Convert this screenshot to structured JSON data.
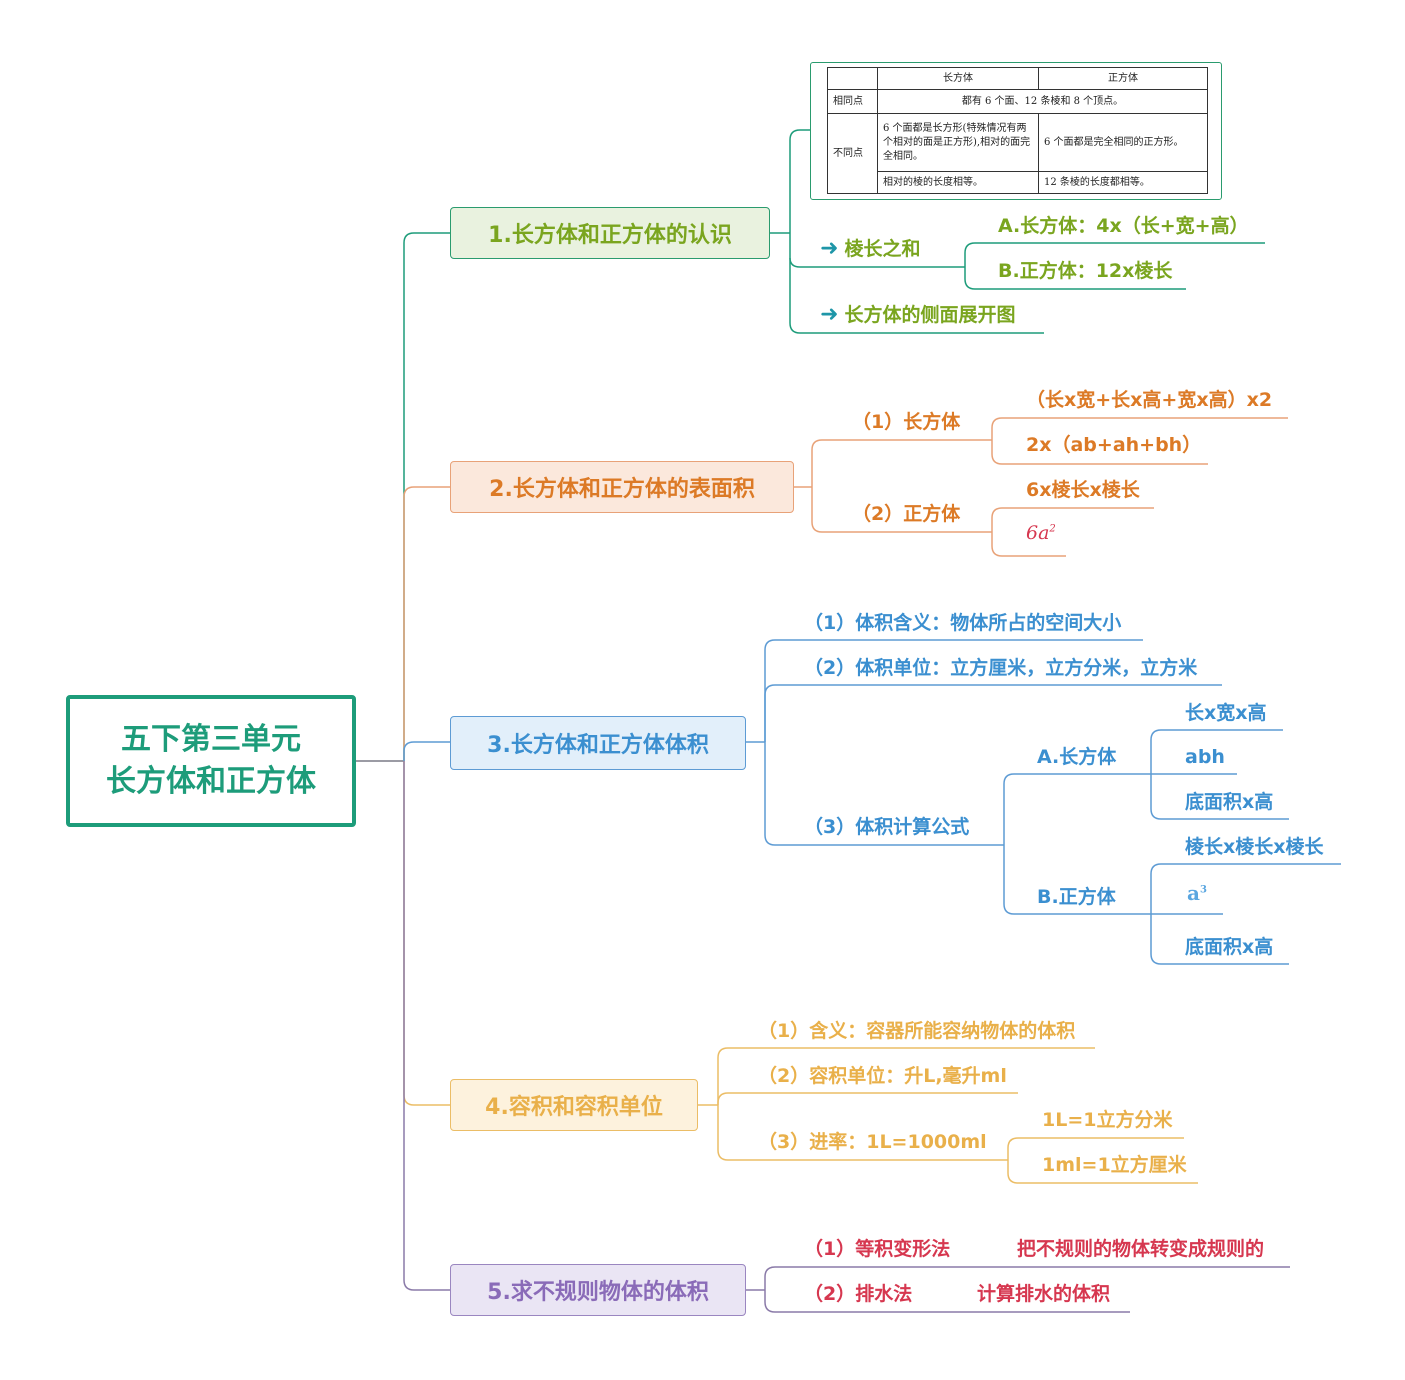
{
  "root": {
    "line1": "五下第三单元",
    "line2": "长方体和正方体"
  },
  "branches": [
    {
      "title": "1.长方体和正方体的认识",
      "table": {
        "header": [
          "",
          "长方体",
          "正方体"
        ],
        "same_label": "相同点",
        "same_text": "都有 6 个面、12 条棱和 8 个顶点。",
        "diff_label": "不同点",
        "diff_cuboid_faces": "6 个面都是长方形(特殊情况有两个相对的面是正方形),相对的面完全相同。",
        "diff_cube_faces": "6 个面都是完全相同的正方形。",
        "diff_cuboid_edges": "相对的棱的长度相等。",
        "diff_cube_edges": "12 条棱的长度都相等。"
      },
      "edge_sum": {
        "label": "棱长之和",
        "a": "A.长方体：4x（长+宽+高）",
        "b": "B.正方体：12x棱长"
      },
      "unfold": "长方体的侧面展开图"
    },
    {
      "title": "2.长方体和正方体的表面积",
      "cuboid": {
        "label": "（1）长方体",
        "f1": "（长x宽+长x高+宽x高）x2",
        "f2": "2x（ab+ah+bh）"
      },
      "cube": {
        "label": "（2）正方体",
        "f1": "6x棱长x棱长",
        "f2_base": "6a",
        "f2_exp": "2"
      }
    },
    {
      "title": "3.长方体和正方体体积",
      "meaning": "（1）体积含义：物体所占的空间大小",
      "units": "（2）体积单位：立方厘米，立方分米，立方米",
      "formula": {
        "label": "（3）体积计算公式",
        "cuboid": {
          "label": "A.长方体",
          "items": [
            "长x宽x高",
            "abh",
            "底面积x高"
          ]
        },
        "cube": {
          "label": "B.正方体",
          "f1": "棱长x棱长x棱长",
          "f2_base": "a",
          "f2_exp": "3",
          "f3": "底面积x高"
        }
      }
    },
    {
      "title": "4.容积和容积单位",
      "meaning": "（1）含义：容器所能容纳物体的体积",
      "units": "（2）容积单位：升L,毫升ml",
      "rate": {
        "label": "（3）进率：1L=1000ml",
        "a": "1L=1立方分米",
        "b": "1ml=1立方厘米"
      }
    },
    {
      "title": "5.求不规则物体的体积",
      "m1": {
        "label": "（1）等积变形法",
        "desc": "把不规则的物体转变成规则的"
      },
      "m2": {
        "label": "（2）排水法",
        "desc": "计算排水的体积"
      }
    }
  ],
  "colors": {
    "teal": "#1d9c7a",
    "green": "#7aa51f",
    "orange": "#dc7a26",
    "blue": "#3b8fd0",
    "gold": "#e9b04a",
    "purple": "#8a6bb8",
    "red": "#d6374f"
  }
}
